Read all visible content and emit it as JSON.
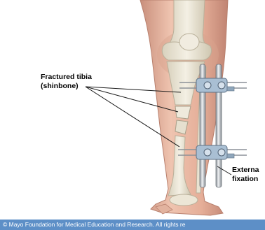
{
  "labels": {
    "tibia_line1": "Fractured tibia",
    "tibia_line2": "(shinbone)",
    "fixation_line1": "Externa",
    "fixation_line2": "fixation"
  },
  "credit": "© Mayo Foundation for Medical Education and Research.  All rights re",
  "colors": {
    "skin": "#e9b9a3",
    "skin_shadow": "#c98f7c",
    "bone": "#ece7d6",
    "rod": "#bfc3c8",
    "clamp": "#9fb7cf",
    "credit_bar": "#5d8fc7"
  }
}
